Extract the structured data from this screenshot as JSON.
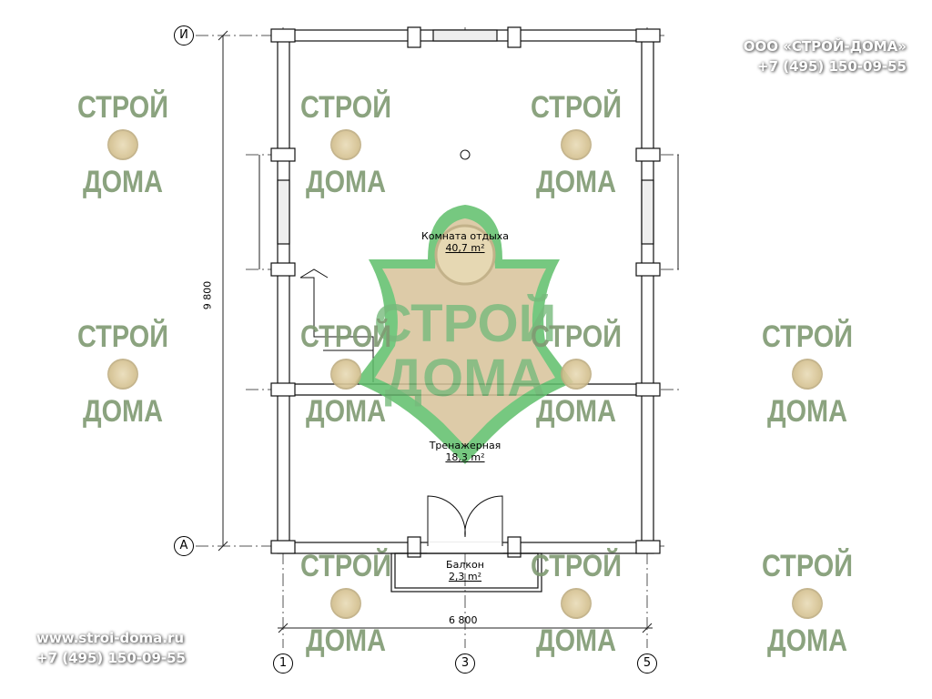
{
  "company": {
    "name": "ООО «СТРОЙ-ДОМА»",
    "phone": "+7 (495) 150-09-55"
  },
  "footer": {
    "website": "www.stroi-doma.ru",
    "phone": "+7 (495) 150-09-55"
  },
  "watermark": {
    "line1": "СТРОЙ",
    "line2": "ДОМА"
  },
  "rooms": [
    {
      "name": "Комната отдыха",
      "area": "40,7 m²"
    },
    {
      "name": "Тренажерная",
      "area": "18,3 m²"
    },
    {
      "name": "Балкон",
      "area": "2,3 m²"
    }
  ],
  "axes": {
    "rows": [
      "И",
      "А"
    ],
    "cols": [
      "1",
      "3",
      "5"
    ]
  },
  "dimensions": {
    "height": "9 800",
    "width": "6 800"
  },
  "colors": {
    "watermark": "#7f9a72",
    "emblem_green": "#5fbf6a",
    "wood": "#d8c39a"
  }
}
